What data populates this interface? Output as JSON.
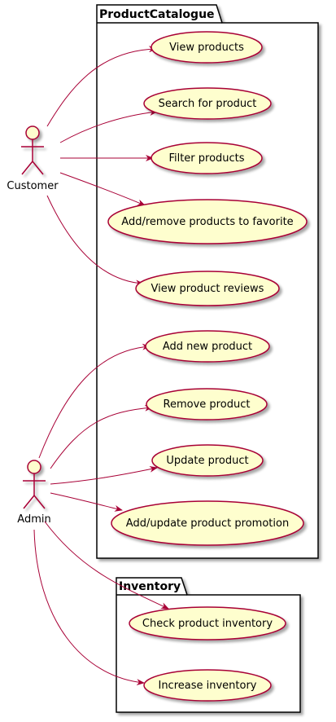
{
  "packages": {
    "catalogue": {
      "title": "ProductCatalogue"
    },
    "inventory": {
      "title": "Inventory"
    }
  },
  "actors": {
    "customer": {
      "label": "Customer"
    },
    "admin": {
      "label": "Admin"
    }
  },
  "usecases": {
    "view_products": "View products",
    "search": "Search for product",
    "filter": "Filter products",
    "favorite": "Add/remove products to favorite",
    "reviews": "View product reviews",
    "add_new": "Add new product",
    "remove": "Remove product",
    "update": "Update product",
    "promotion": "Add/update product promotion",
    "check_inventory": "Check product inventory",
    "increase_inventory": "Increase inventory"
  },
  "colors": {
    "usecase_fill": "#FEFECE",
    "usecase_stroke": "#A80036",
    "edge": "#A80036",
    "package_stroke": "#000000"
  }
}
